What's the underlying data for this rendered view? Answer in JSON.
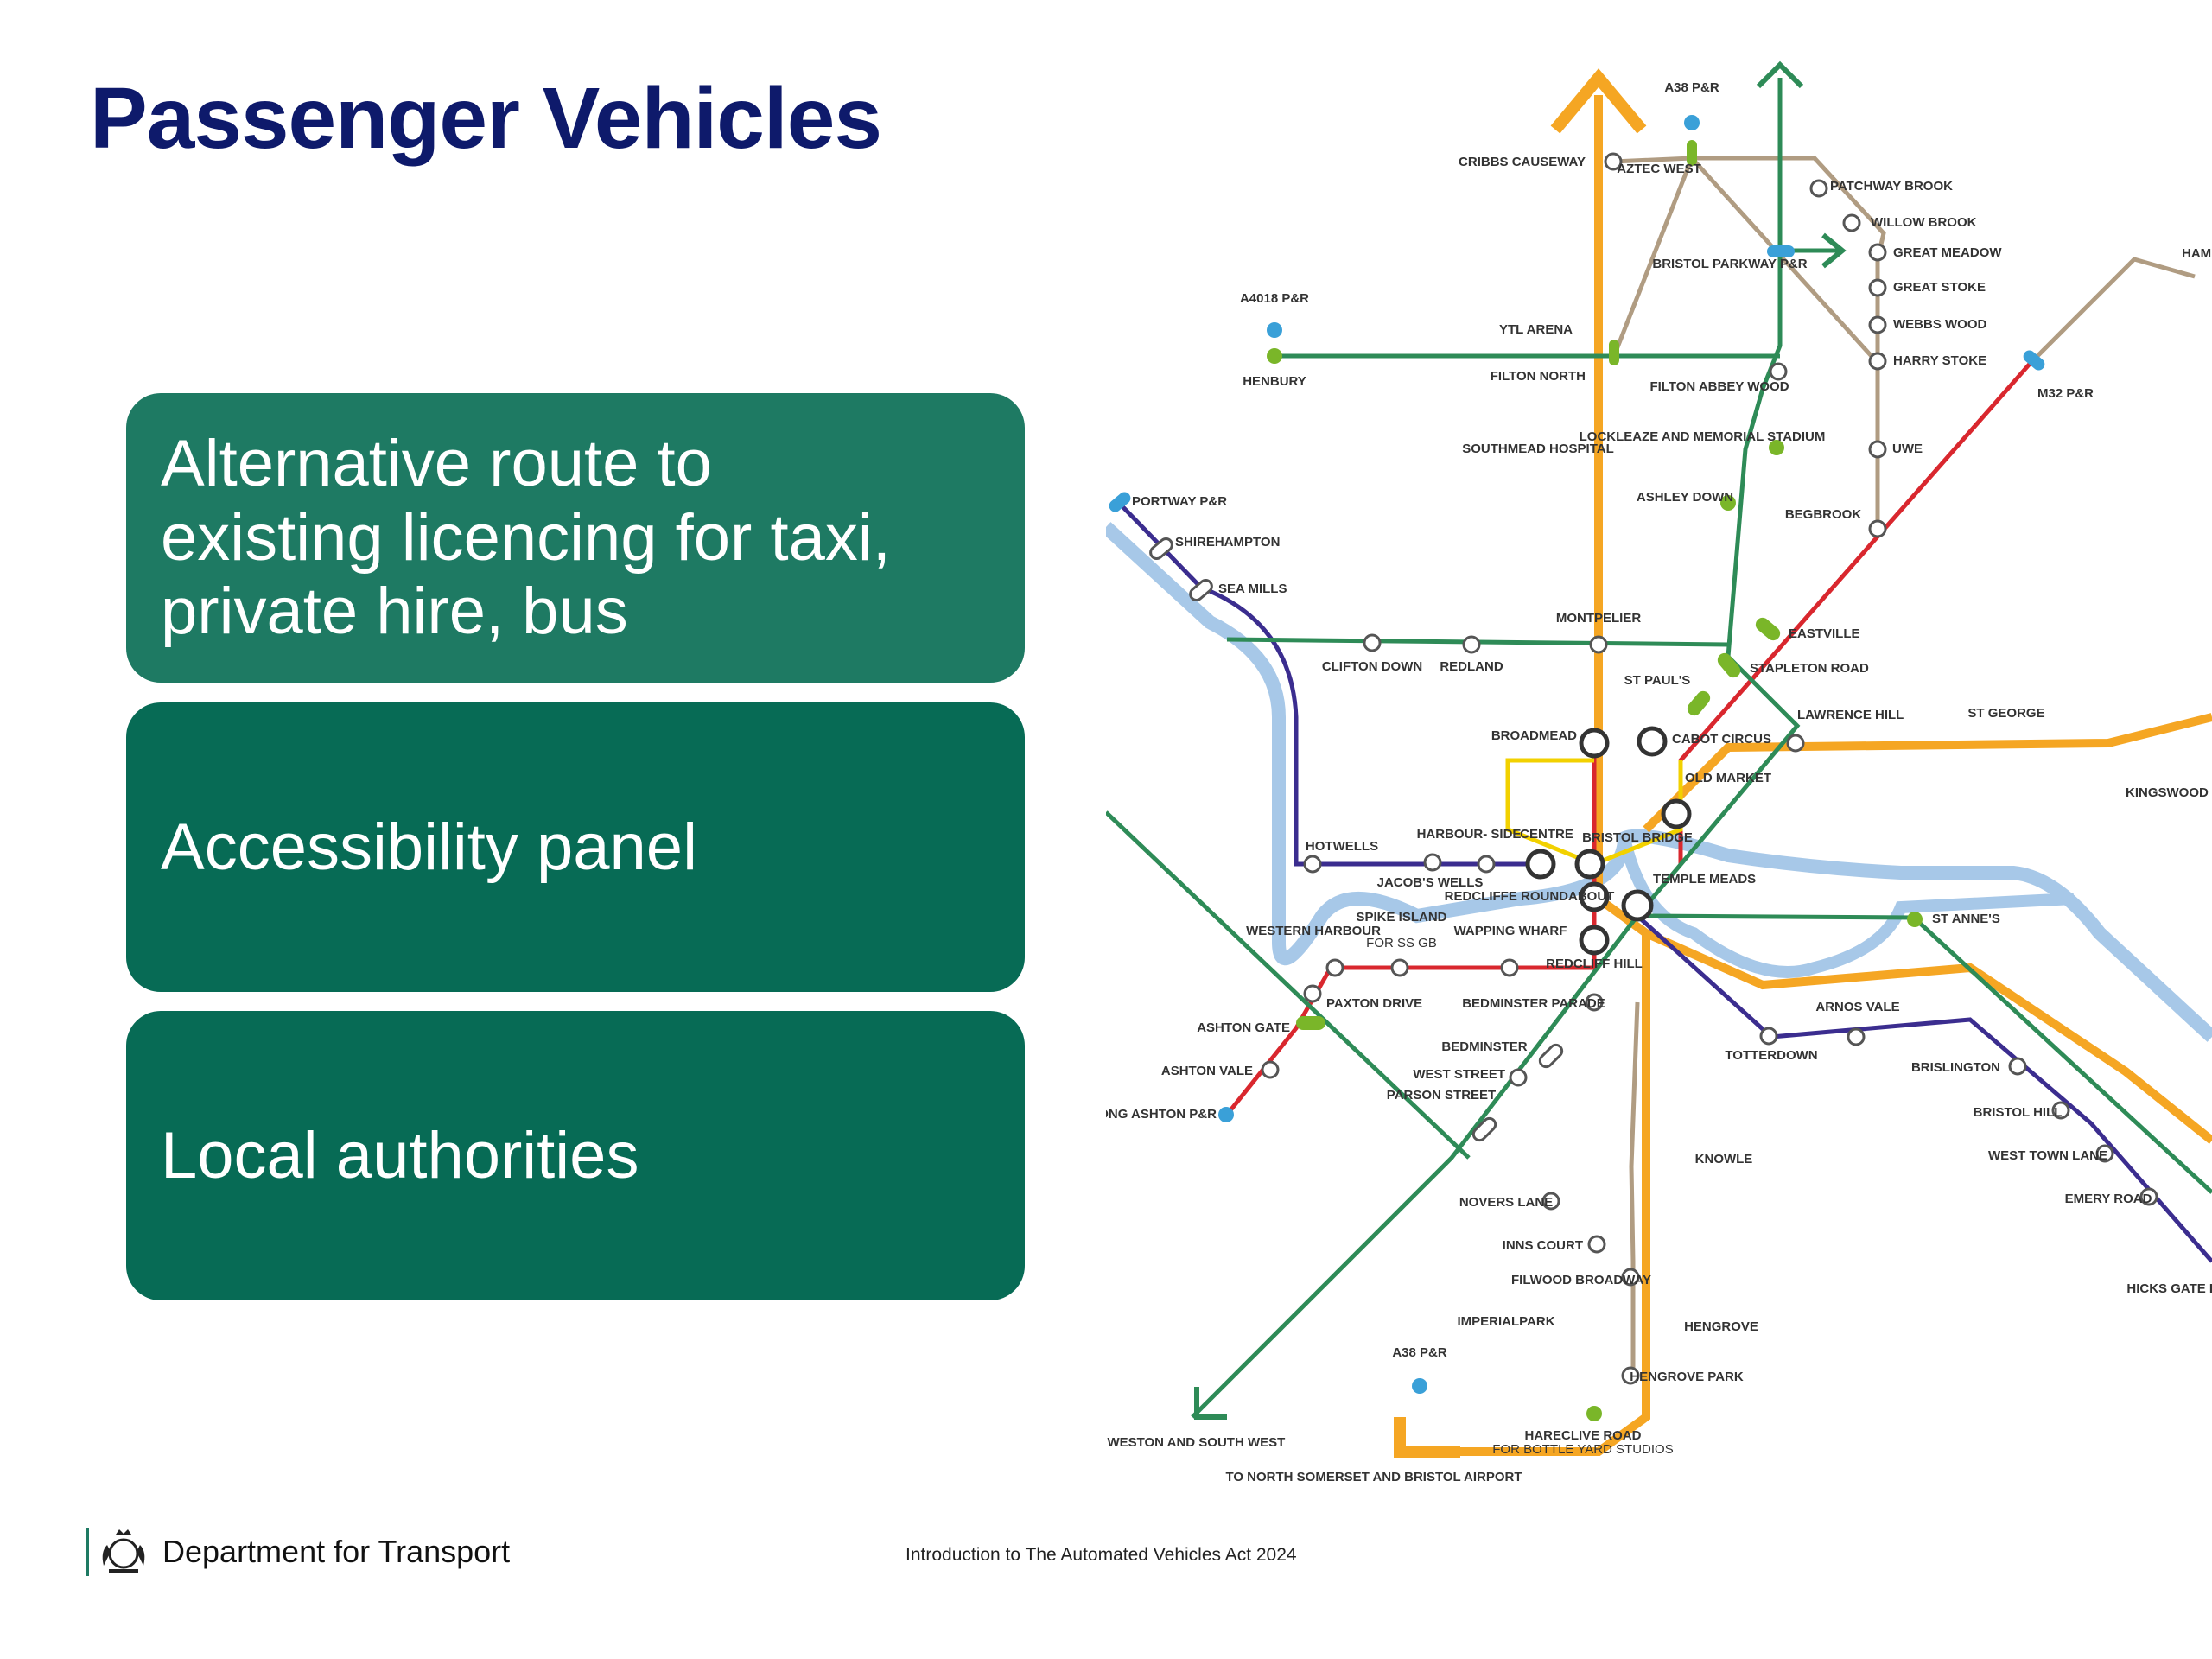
{
  "slide": {
    "title": "Passenger Vehicles",
    "panels": [
      {
        "lines": [
          "Alternative route to",
          "existing licencing for taxi,",
          "private hire, bus"
        ]
      },
      {
        "lines": [
          "Accessibility panel"
        ]
      },
      {
        "lines": [
          "Local authorities"
        ]
      }
    ]
  },
  "map": {
    "stations": {
      "a38_pr_north": "A38 P&R",
      "cribbs_causeway": "CRIBBS CAUSEWAY",
      "aztec_west": "AZTEC WEST",
      "patchway_brook": "PATCHWAY BROOK",
      "willow_brook": "WILLOW BROOK",
      "great_meadow": "GREAT MEADOW",
      "great_stoke": "GREAT STOKE",
      "webbs_wood": "WEBBS WOOD",
      "harry_stoke": "HARRY STOKE",
      "bristol_parkway": "BRISTOL PARKWAY P&R",
      "ham": "HAM",
      "m32_pr": "M32 P&R",
      "a4018_pr": "A4018 P&R",
      "henbury": "HENBURY",
      "ytl_arena": "YTL ARENA",
      "filton_north": "FILTON NORTH",
      "filton_abbey_wood": "FILTON ABBEY WOOD",
      "southmead_hospital": "SOUTHMEAD HOSPITAL",
      "lockleaze": "LOCKLEAZE AND MEMORIAL STADIUM",
      "uwe": "UWE",
      "ashley_down": "ASHLEY DOWN",
      "begbrook": "BEGBROOK",
      "portway_pr": "PORTWAY P&R",
      "shirehampton": "SHIREHAMPTON",
      "sea_mills": "SEA MILLS",
      "montpelier": "MONTPELIER",
      "eastville": "EASTVILLE",
      "clifton_down": "CLIFTON DOWN",
      "redland": "REDLAND",
      "st_pauls": "ST PAUL'S",
      "stapleton_road": "STAPLETON ROAD",
      "broadmead": "BROADMEAD",
      "cabot_circus": "CABOT CIRCUS",
      "lawrence_hill": "LAWRENCE HILL",
      "st_george": "ST GEORGE",
      "kingswood": "KINGSWOOD",
      "old_market": "OLD MARKET",
      "hotwells": "HOTWELLS",
      "harbourside": "HARBOUR- SIDE",
      "centre": "CENTRE",
      "bristol_bridge": "BRISTOL BRIDGE",
      "jacobs_wells": "JACOB'S WELLS",
      "redcliffe_roundabout": "REDCLIFFE ROUNDABOUT",
      "temple_meads": "TEMPLE MEADS",
      "western_harbour": "WESTERN HARBOUR",
      "spike_island": "SPIKE ISLAND",
      "spike_island_sub": "FOR SS GB",
      "wapping_wharf": "WAPPING WHARF",
      "st_annes": "ST ANNE'S",
      "redcliff_hill": "REDCLIFF HILL",
      "paxton_drive": "PAXTON DRIVE",
      "bedminster_parade": "BEDMINSTER PARADE",
      "ashton_gate": "ASHTON GATE",
      "arnos_vale": "ARNOS VALE",
      "totterdown": "TOTTERDOWN",
      "bedminster": "BEDMINSTER",
      "ashton_vale": "ASHTON VALE",
      "west_street": "WEST STREET",
      "brislington": "BRISLINGTON",
      "parson_street": "PARSON STREET",
      "long_ashton_pr": "LONG ASHTON P&R",
      "bristol_hill": "BRISTOL HILL",
      "knowle": "KNOWLE",
      "west_town_lane": "WEST TOWN LANE",
      "emery_road": "EMERY ROAD",
      "novers_lane": "NOVERS LANE",
      "hicks_gate_pr": "HICKS GATE P&R",
      "inns_court": "INNS COURT",
      "filwood_broadway": "FILWOOD BROADWAY",
      "imperialpark": "IMPERIALPARK",
      "hengrove": "HENGROVE",
      "a38_pr_south": "A38 P&R",
      "hengrove_park": "HENGROVE PARK",
      "hareclive_road": "HARECLIVE ROAD",
      "hareclive_road_sub": "FOR BOTTLE YARD STUDIOS",
      "to_weston": "TO WESTON AND SOUTH WEST",
      "to_north_somerset": "TO NORTH SOMERSET AND BRISTOL AIRPORT"
    }
  },
  "footer": {
    "brand": "Department for Transport",
    "caption": "Introduction to The Automated Vehicles Act 2024"
  },
  "colors": {
    "title": "#0e1a6b",
    "panel_top": "#1e7a63",
    "panel": "#076b55",
    "orange_line": "#f5a623",
    "green_line": "#2e8b57",
    "red_line": "#d9272e",
    "purple_line": "#3b2d8f",
    "tan_line": "#b09c82",
    "river": "#a7c8e8",
    "lime_station": "#7ab629",
    "blue_pr": "#3aa0d8"
  }
}
